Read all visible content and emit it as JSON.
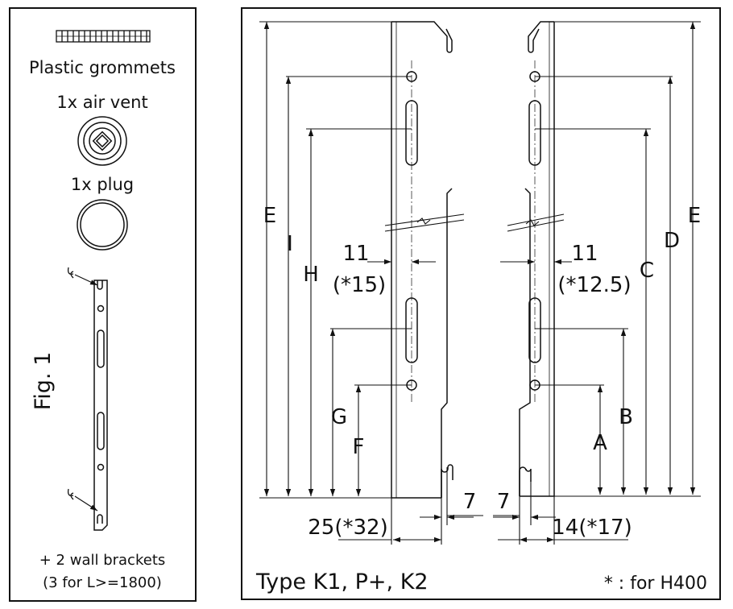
{
  "left_panel": {
    "grommets_label": "Plastic grommets",
    "air_vent_label": "1x air vent",
    "plug_label": "1x plug",
    "figure_label": "Fig. 1",
    "wall_brackets_line1": "+ 2 wall brackets",
    "wall_brackets_line2": "(3 for L>=1800)"
  },
  "right_panel": {
    "type_label": "Type K1, P+, K2",
    "footnote": "* : for H400",
    "dims_left": {
      "E": "E",
      "I": "I",
      "H": "H",
      "G": "G",
      "F": "F",
      "d11": "11",
      "d11_alt": "(*15)",
      "d7": "7",
      "d25": "25(*32)"
    },
    "dims_right": {
      "E": "E",
      "D": "D",
      "C": "C",
      "B": "B",
      "A": "A",
      "d11": "11",
      "d11_alt": "(*12.5)",
      "d7": "7",
      "d14": "14(*17)"
    }
  }
}
